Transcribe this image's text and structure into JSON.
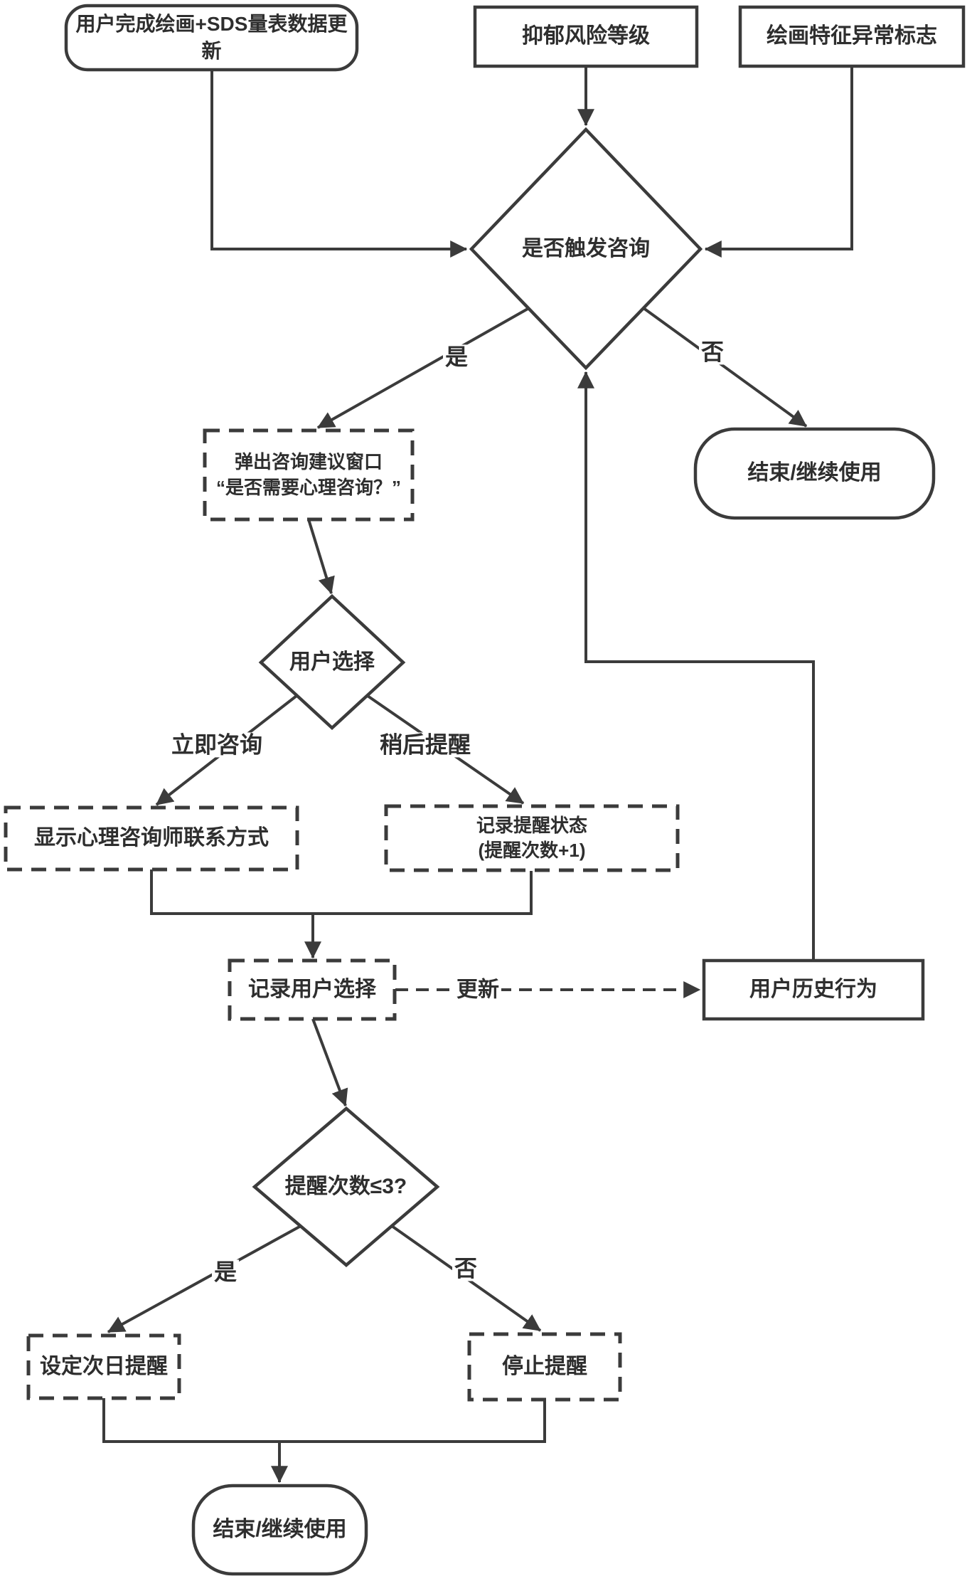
{
  "colors": {
    "line": "#3b3b3b",
    "text": "#2e2e2e",
    "background": "#ffffff"
  },
  "nodes": {
    "start": {
      "label": "用户完成绘画+SDS量表数据更新"
    },
    "risk": {
      "label": "抑郁风险等级"
    },
    "flag": {
      "label": "绘画特征异常标志"
    },
    "trigger": {
      "label": "是否触发咨询"
    },
    "popup": {
      "line1": "弹出咨询建议窗口",
      "line2": "“是否需要心理咨询？”"
    },
    "end_right": {
      "label": "结束/继续使用"
    },
    "choice": {
      "label": "用户选择"
    },
    "show_contact": {
      "label": "显示心理咨询师联系方式"
    },
    "record_remind": {
      "line1": "记录提醒状态",
      "line2": "(提醒次数+1)"
    },
    "record_choice": {
      "label": "记录用户选择"
    },
    "history": {
      "label": "用户历史行为"
    },
    "count": {
      "label": "提醒次数≤3?"
    },
    "set_next": {
      "label": "设定次日提醒"
    },
    "stop": {
      "label": "停止提醒"
    },
    "end_bottom": {
      "label": "结束/继续使用"
    }
  },
  "edge_labels": {
    "yes1": "是",
    "no1": "否",
    "immediate": "立即咨询",
    "later": "稍后提醒",
    "update": "更新",
    "yes2": "是",
    "no2": "否"
  }
}
